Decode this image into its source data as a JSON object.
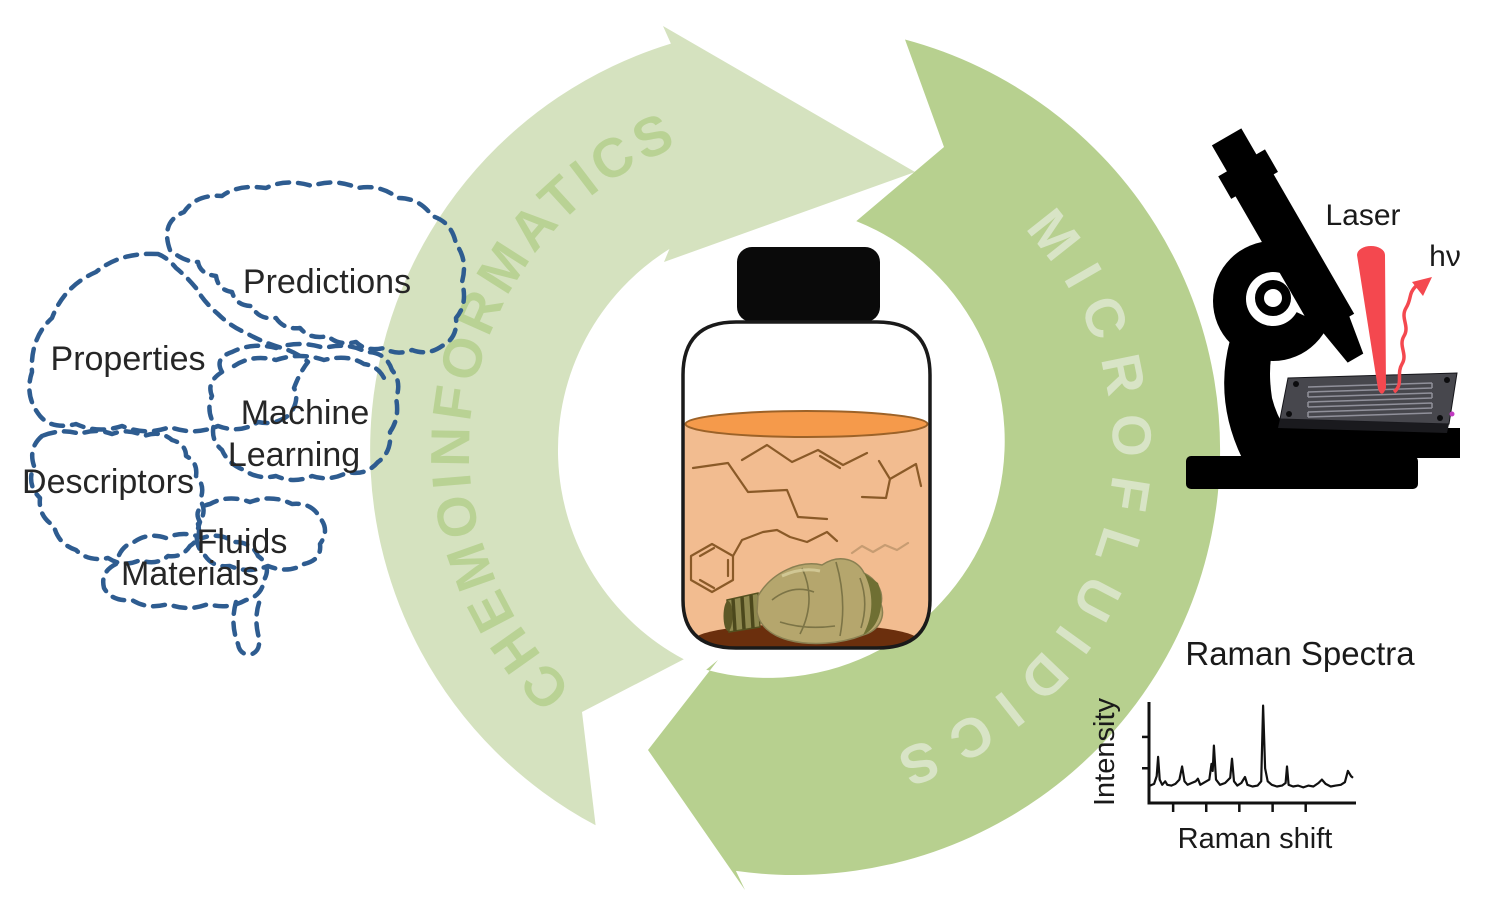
{
  "brain": {
    "outline_color": "#2e5c90",
    "label_color": "#262626",
    "labels": {
      "predictions": "Predictions",
      "properties": "Properties",
      "machine_line1": "Machine",
      "machine_line2": "Learning",
      "descriptors": "Descriptors",
      "fluids": "Fluids",
      "materials": "Materials"
    }
  },
  "cycle": {
    "left_label": "CHEMOINFORMATICS",
    "right_label": "MICROFLUIDICS",
    "left_arc_color": "#d5e2bf",
    "right_arc_color": "#b7d08f",
    "left_text_color": "#b9d294",
    "right_text_color": "#d8e4c6"
  },
  "jar": {
    "cap_color": "#0a0a0a",
    "liquid_color": "#f2bc90",
    "liquid_surface_color": "#f59a4b",
    "sediment_color": "#6b2f0d",
    "bottle_color": "#b5a66d",
    "molecule_color": "#8a5a28",
    "molecule_faint_color": "#c79c72"
  },
  "microscope": {
    "laser_label": "Laser",
    "photon_label": "hν",
    "laser_color": "#f4484f",
    "body_color": "#000000",
    "chip_color": "#47474d"
  },
  "spectrum": {
    "title": "Raman Spectra",
    "xlabel": "Raman shift",
    "ylabel": "Intensity",
    "line_color": "#111111"
  },
  "chart_data": {
    "type": "line",
    "title": "Raman Spectra",
    "xlabel": "Raman shift",
    "ylabel": "Intensity",
    "x_axis_range": [
      0,
      1
    ],
    "y_axis_range": [
      0,
      1
    ],
    "grid": false,
    "legend": false,
    "x_ticks": [
      0.114,
      0.277,
      0.44,
      0.604,
      0.767
    ],
    "y_ticks": [
      0.25,
      0.61
    ],
    "points": [
      [
        0.0,
        0.05
      ],
      [
        0.02,
        0.07
      ],
      [
        0.033,
        0.16
      ],
      [
        0.04,
        0.38
      ],
      [
        0.048,
        0.12
      ],
      [
        0.06,
        0.06
      ],
      [
        0.075,
        0.1
      ],
      [
        0.085,
        0.06
      ],
      [
        0.105,
        0.05
      ],
      [
        0.125,
        0.07
      ],
      [
        0.145,
        0.12
      ],
      [
        0.158,
        0.27
      ],
      [
        0.17,
        0.1
      ],
      [
        0.185,
        0.06
      ],
      [
        0.205,
        0.08
      ],
      [
        0.225,
        0.1
      ],
      [
        0.236,
        0.13
      ],
      [
        0.248,
        0.06
      ],
      [
        0.27,
        0.09
      ],
      [
        0.292,
        0.12
      ],
      [
        0.303,
        0.3
      ],
      [
        0.309,
        0.22
      ],
      [
        0.315,
        0.51
      ],
      [
        0.325,
        0.12
      ],
      [
        0.345,
        0.06
      ],
      [
        0.37,
        0.08
      ],
      [
        0.395,
        0.14
      ],
      [
        0.404,
        0.36
      ],
      [
        0.414,
        0.1
      ],
      [
        0.43,
        0.05
      ],
      [
        0.45,
        0.08
      ],
      [
        0.468,
        0.15
      ],
      [
        0.48,
        0.06
      ],
      [
        0.505,
        0.04
      ],
      [
        0.53,
        0.05
      ],
      [
        0.548,
        0.1
      ],
      [
        0.557,
        0.97
      ],
      [
        0.567,
        0.25
      ],
      [
        0.58,
        0.1
      ],
      [
        0.6,
        0.06
      ],
      [
        0.625,
        0.04
      ],
      [
        0.65,
        0.05
      ],
      [
        0.668,
        0.08
      ],
      [
        0.675,
        0.27
      ],
      [
        0.683,
        0.06
      ],
      [
        0.705,
        0.04
      ],
      [
        0.73,
        0.05
      ],
      [
        0.755,
        0.03
      ],
      [
        0.78,
        0.05
      ],
      [
        0.805,
        0.04
      ],
      [
        0.83,
        0.08
      ],
      [
        0.847,
        0.12
      ],
      [
        0.865,
        0.07
      ],
      [
        0.89,
        0.04
      ],
      [
        0.915,
        0.05
      ],
      [
        0.94,
        0.06
      ],
      [
        0.96,
        0.09
      ],
      [
        0.975,
        0.22
      ],
      [
        0.99,
        0.16
      ],
      [
        1.0,
        0.14
      ]
    ]
  }
}
